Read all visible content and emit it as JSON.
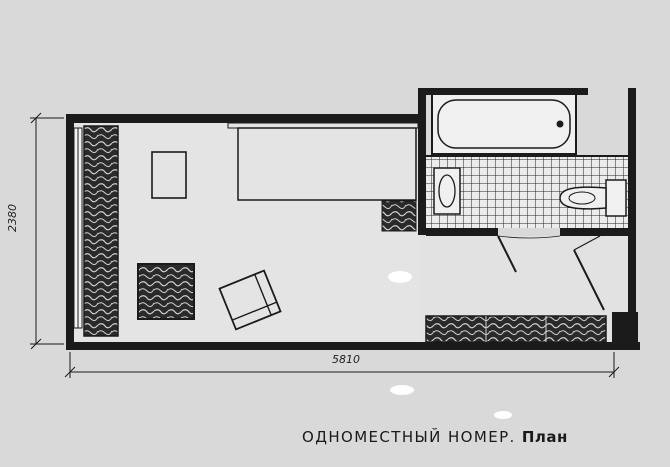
{
  "dimensions": {
    "height": "2380",
    "width": "5810"
  },
  "caption": {
    "title": "ОДНОМЕСТНЫЙ НОМЕР.",
    "subtitle": "План"
  },
  "colors": {
    "paper": "#d9d9d9",
    "ink": "#1b1b1b",
    "floor": "#e8e8e8"
  },
  "icons": [
    "bathtub-icon",
    "sink-icon",
    "toilet-icon",
    "chair-icon",
    "table-icon"
  ]
}
